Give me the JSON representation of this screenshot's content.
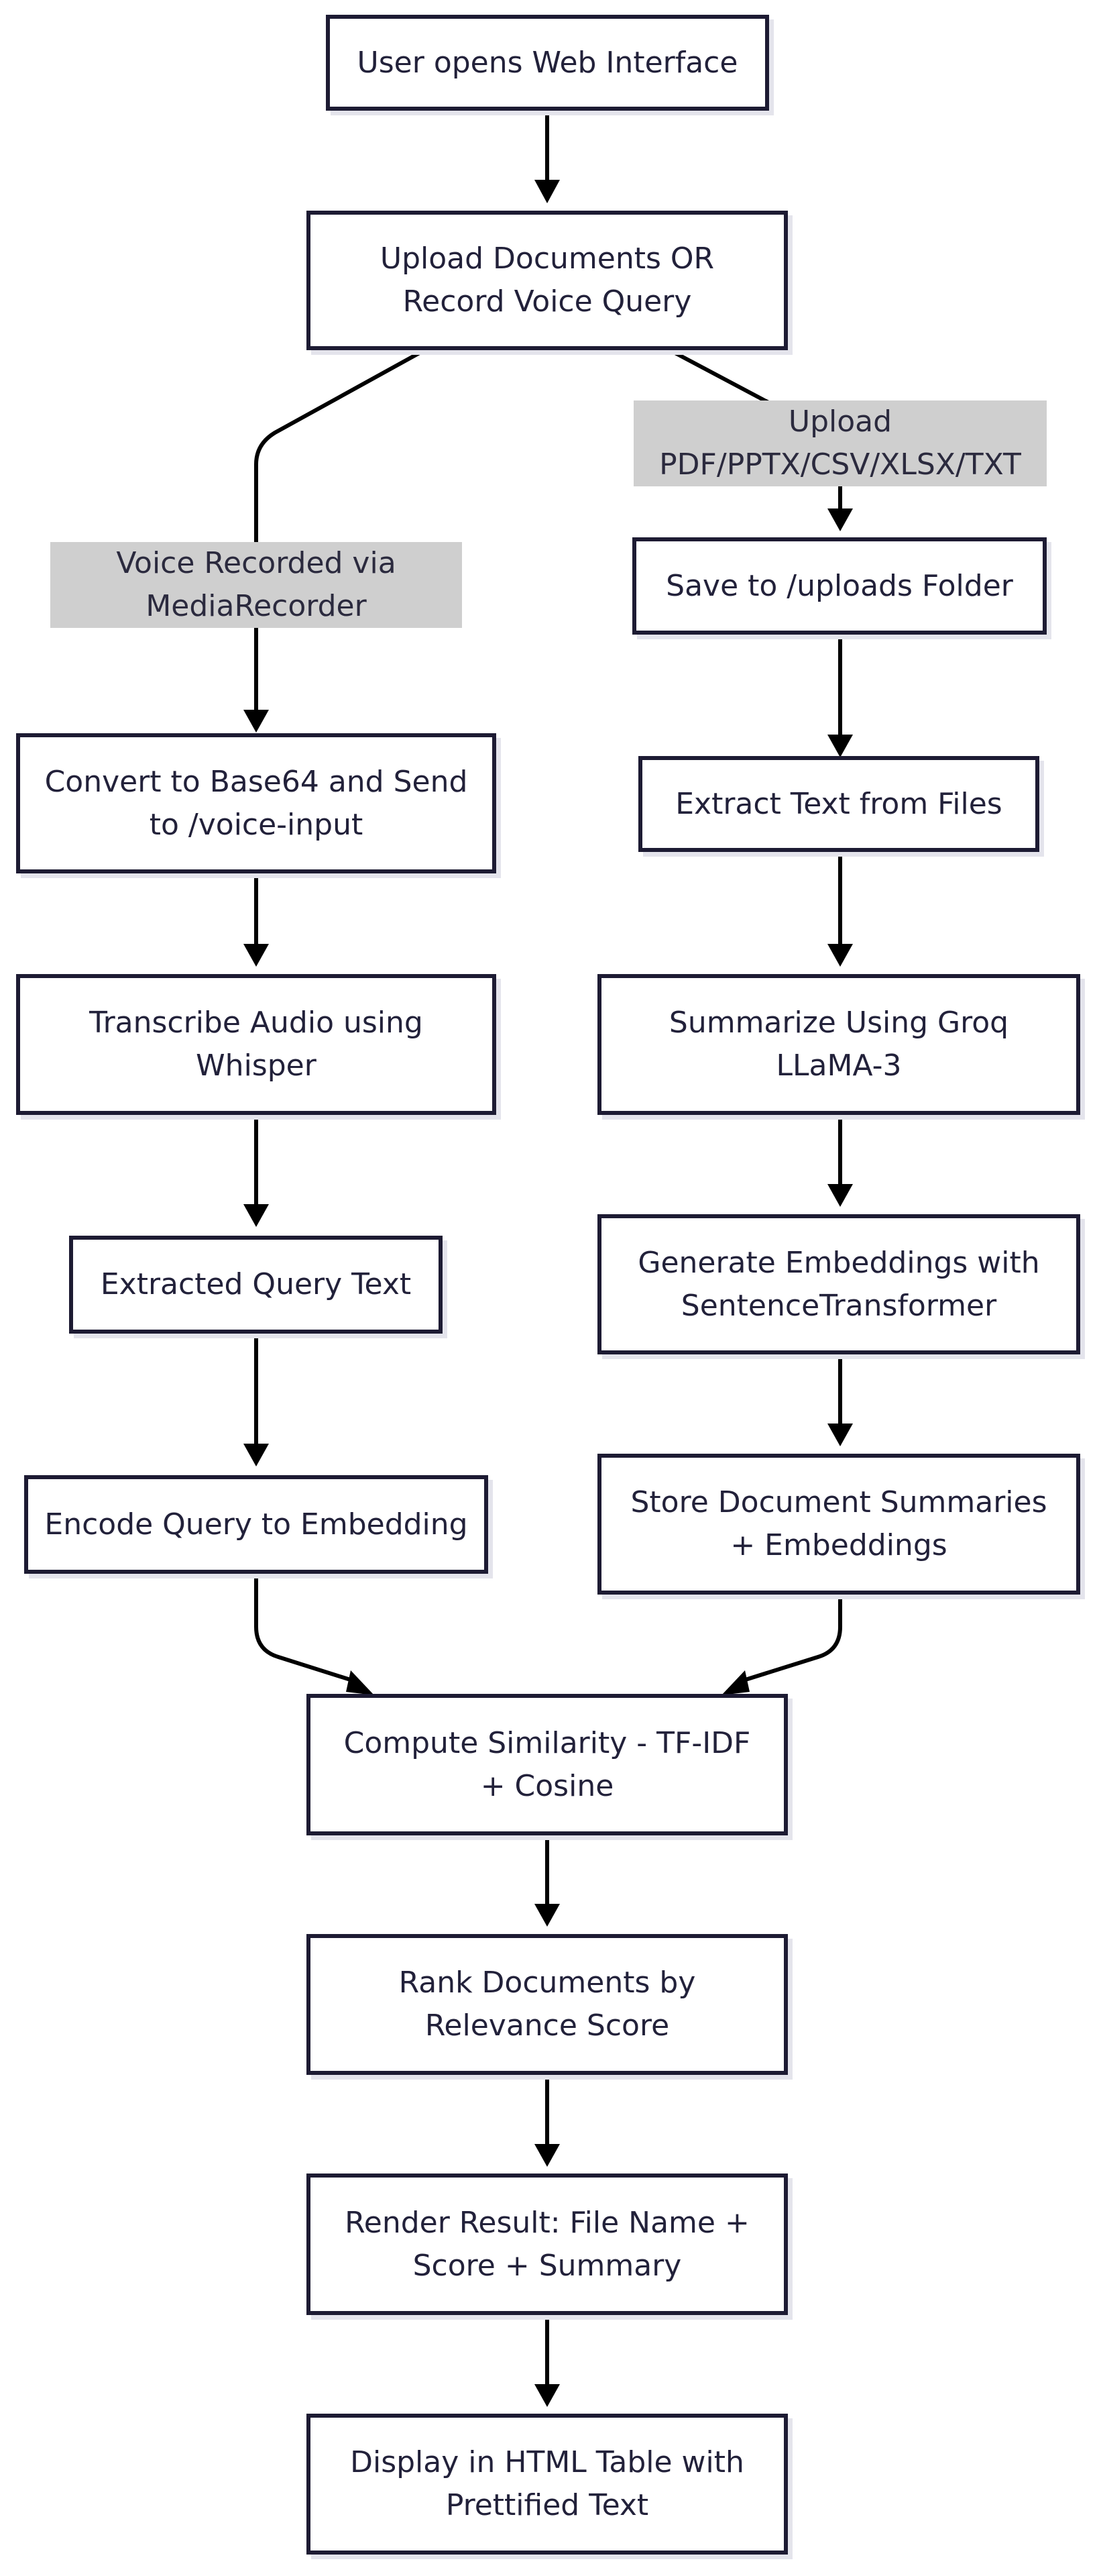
{
  "nodes": {
    "user_opens": "User opens Web Interface",
    "upload_or_record": "Upload Documents OR\nRecord Voice Query",
    "save_uploads": "Save to /uploads Folder",
    "extract_text": "Extract Text from Files",
    "summarize": "Summarize Using Groq\nLLaMA-3",
    "generate_embeddings": "Generate Embeddings with\nSentenceTransformer",
    "store_summaries": "Store Document Summaries\n+ Embeddings",
    "convert_base64": "Convert to Base64 and Send\nto /voice-input",
    "transcribe": "Transcribe Audio using\nWhisper",
    "extracted_query": "Extracted Query Text",
    "encode_query": "Encode Query to Embedding",
    "compute_similarity": "Compute Similarity - TF-IDF\n+ Cosine",
    "rank_documents": "Rank Documents by\nRelevance Score",
    "render_result": "Render Result: File Name +\nScore + Summary",
    "display_table": "Display in HTML Table with\nPrettified Text"
  },
  "edge_labels": {
    "upload_formats": "Upload\nPDF/PPTX/CSV/XLSX/TXT",
    "voice_recorded": "Voice Recorded via\nMediaRecorder"
  },
  "colors": {
    "node_border": "#1d1b33",
    "node_fill": "#ffffff",
    "edge": "#000000",
    "label_fill": "#cfcfcf",
    "text": "#22213a"
  }
}
